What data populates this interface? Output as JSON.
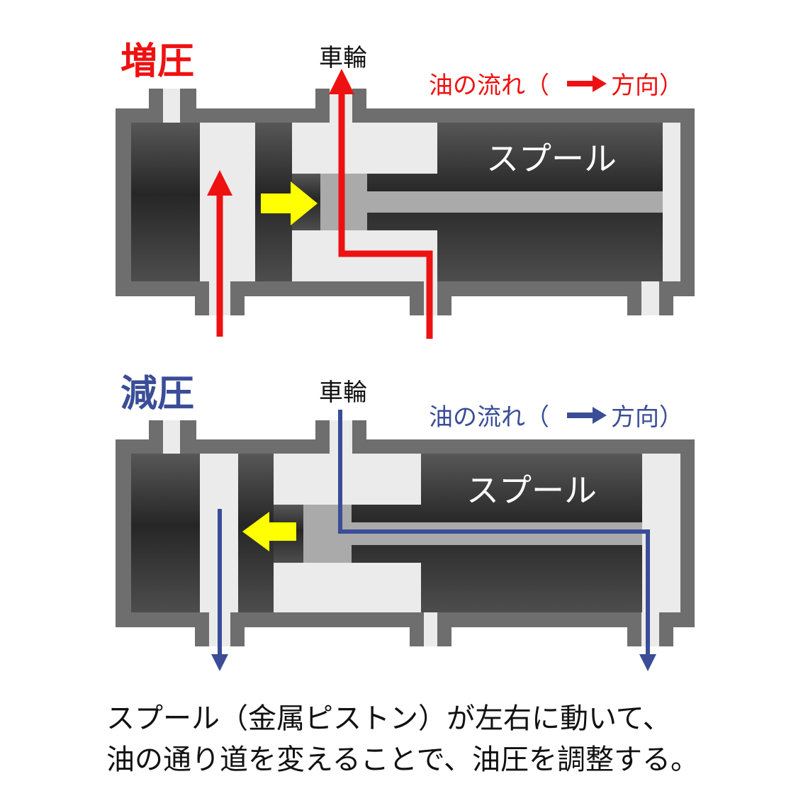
{
  "colors": {
    "increase": "#ee1111",
    "decrease": "#3a4d96",
    "shell": "#6e6e6e",
    "passage": "#ebebeb",
    "spool_dark": "#2e2e2e",
    "spool_rod": "#aaaaaa",
    "motion_arrow": "#ffff00"
  },
  "panels": [
    {
      "heading": "増圧",
      "wheel_label": "車輪",
      "flow_label_prefix": "油の流れ（",
      "flow_label_suffix": "方向）",
      "spool_label": "スプール",
      "spool_motion": "right"
    },
    {
      "heading": "減圧",
      "wheel_label": "車輪",
      "flow_label_prefix": "油の流れ（",
      "flow_label_suffix": "方向）",
      "spool_label": "スプール",
      "spool_motion": "left"
    }
  ],
  "caption": {
    "line1": "スプール（金属ピストン）が左右に動いて、",
    "line2": "油の通り道を変えることで、油圧を調整する。"
  }
}
